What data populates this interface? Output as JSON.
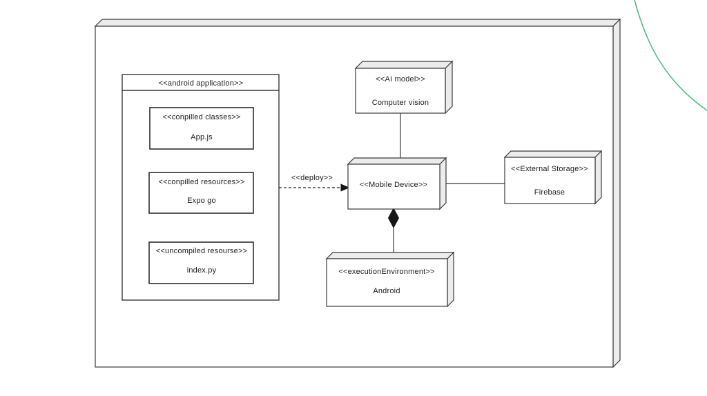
{
  "diagram": {
    "package": {
      "stereotype": "<<android application>>",
      "artifacts": [
        {
          "stereotype": "<<conpilled classes>>",
          "name": "App.js"
        },
        {
          "stereotype": "<<conpilled resources>>",
          "name": "Expo go"
        },
        {
          "stereotype": "<<uncompiled resourse>>",
          "name": "index.py"
        }
      ]
    },
    "nodes": {
      "ai_model": {
        "stereotype": "<<AI model>>",
        "name": "Computer vision"
      },
      "mobile_device": {
        "stereotype": "<<Mobile Device>>"
      },
      "external_storage": {
        "stereotype": "<<External Storage>>",
        "name": "Firebase"
      },
      "execution_environment": {
        "stereotype": "<<executionEnvironment>>",
        "name": "Android"
      }
    },
    "connectors": {
      "deploy": {
        "label": "<<deploy>>",
        "style": "dashed-arrow"
      },
      "ai_to_mobile": {
        "style": "solid-line"
      },
      "mobile_to_storage": {
        "style": "solid-line"
      },
      "mobile_to_android": {
        "style": "solid-line-composition-diamond"
      }
    },
    "colors": {
      "stroke": "#383838",
      "node_face": "#ffffff",
      "node_depth": "#ececec",
      "accent_arc": "#4fbc80",
      "text": "#1c1c1c"
    }
  }
}
